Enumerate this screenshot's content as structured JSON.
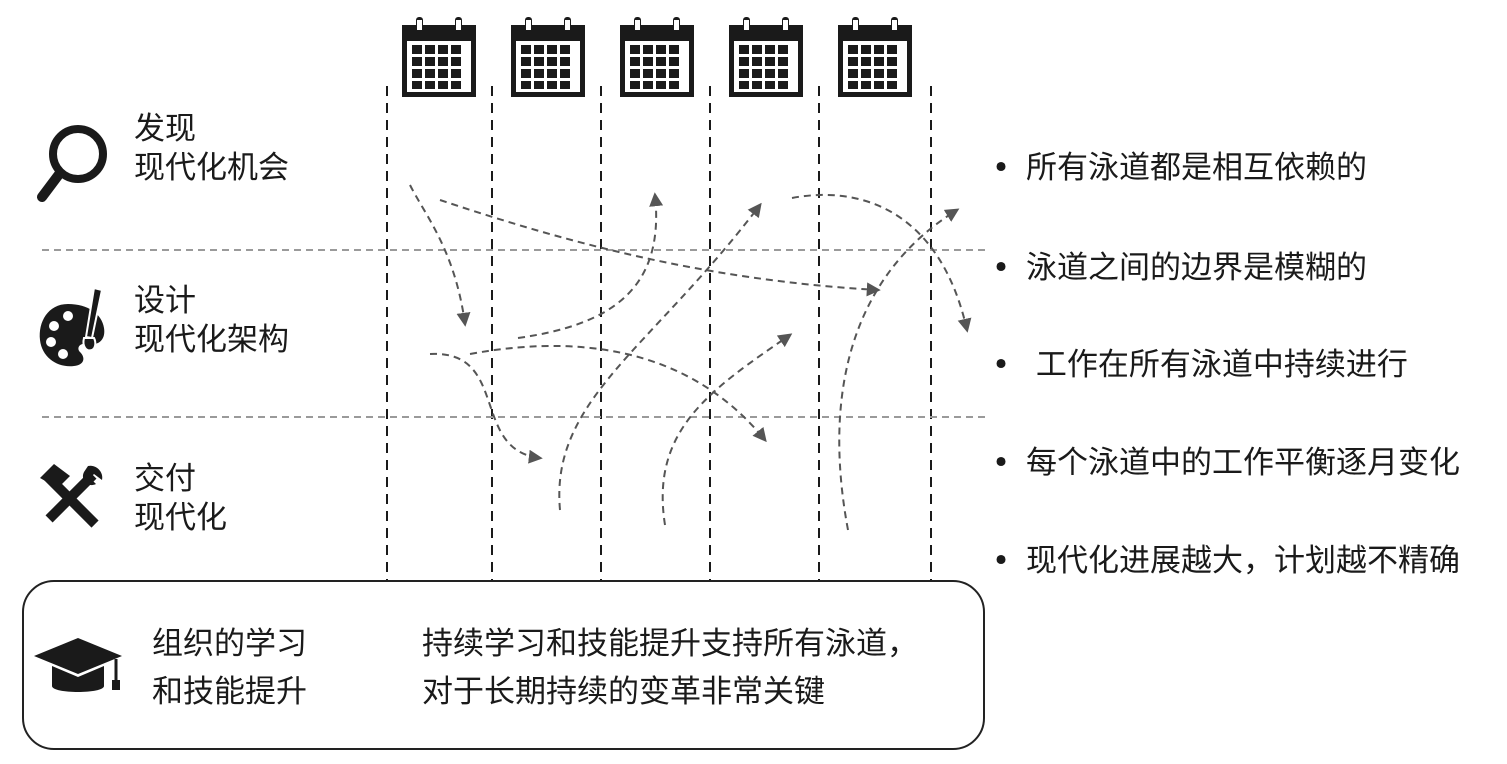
{
  "lanes": [
    {
      "title": "发现",
      "subtitle": "现代化机会",
      "icon": "magnifier-icon"
    },
    {
      "title": "设计",
      "subtitle": "现代化架构",
      "icon": "palette-icon"
    },
    {
      "title": "交付",
      "subtitle": "现代化",
      "icon": "tools-icon"
    }
  ],
  "calendar_icon": "calendar-icon",
  "bullets": [
    "所有泳道都是相互依赖的",
    "泳道之间的边界是模糊的",
    " 工作在所有泳道中持续进行",
    "每个泳道中的工作平衡逐月变化",
    "现代化进展越大，计划越不精确"
  ],
  "bullet_marker": "•",
  "learning": {
    "icon": "graduation-cap-icon",
    "title_line1": "组织的学习",
    "title_line2": "和技能提升",
    "desc_line1": "持续学习和技能提升支持所有泳道，",
    "desc_line2": "对于长期持续的变革非常关键"
  },
  "colors": {
    "ink": "#1a1a1a",
    "lane_divider": "#9a9a9a",
    "arrow": "#555555",
    "background": "#ffffff"
  }
}
